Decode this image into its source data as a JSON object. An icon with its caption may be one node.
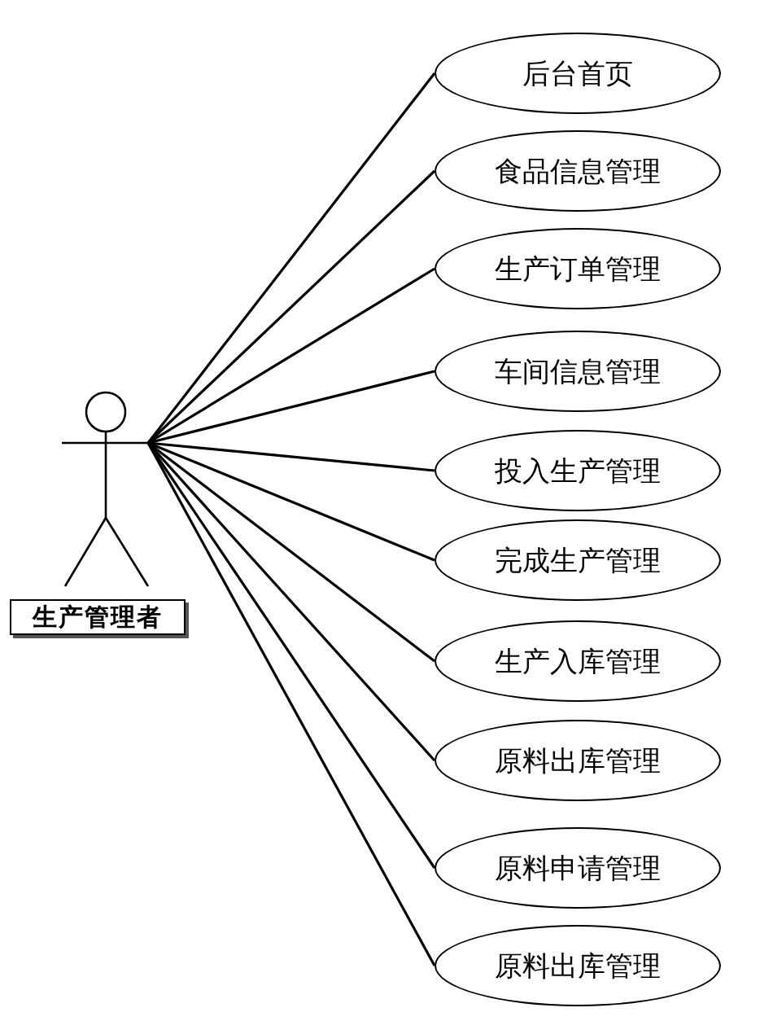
{
  "diagram": {
    "nodes": [
      {
        "text": [
          "生产管理者"
        ]
      },
      {
        "text": [
          "后台首页"
        ]
      },
      {
        "text": [
          "食品信息管理"
        ]
      },
      {
        "text": [
          "生产订单管理"
        ]
      },
      {
        "text": [
          "车间信息管理"
        ]
      },
      {
        "text": [
          "投入生产管理"
        ]
      },
      {
        "text": [
          "完成生产管理"
        ]
      },
      {
        "text": [
          "生产入库管理"
        ]
      },
      {
        "text": [
          "原料出库管理"
        ]
      },
      {
        "text": [
          "原料申请管理"
        ]
      },
      {
        "text": [
          "原料出库管理"
        ]
      }
    ],
    "edges": [
      {
        "from": 0,
        "to": 1,
        "arrow": "none"
      },
      {
        "from": 0,
        "to": 2,
        "arrow": "none"
      },
      {
        "from": 0,
        "to": 3,
        "arrow": "none"
      },
      {
        "from": 0,
        "to": 4,
        "arrow": "none"
      },
      {
        "from": 0,
        "to": 5,
        "arrow": "none"
      },
      {
        "from": 0,
        "to": 6,
        "arrow": "none"
      },
      {
        "from": 0,
        "to": 7,
        "arrow": "none"
      },
      {
        "from": 0,
        "to": 8,
        "arrow": "none"
      },
      {
        "from": 0,
        "to": 9,
        "arrow": "none"
      },
      {
        "from": 0,
        "to": 10,
        "arrow": "none"
      }
    ]
  }
}
